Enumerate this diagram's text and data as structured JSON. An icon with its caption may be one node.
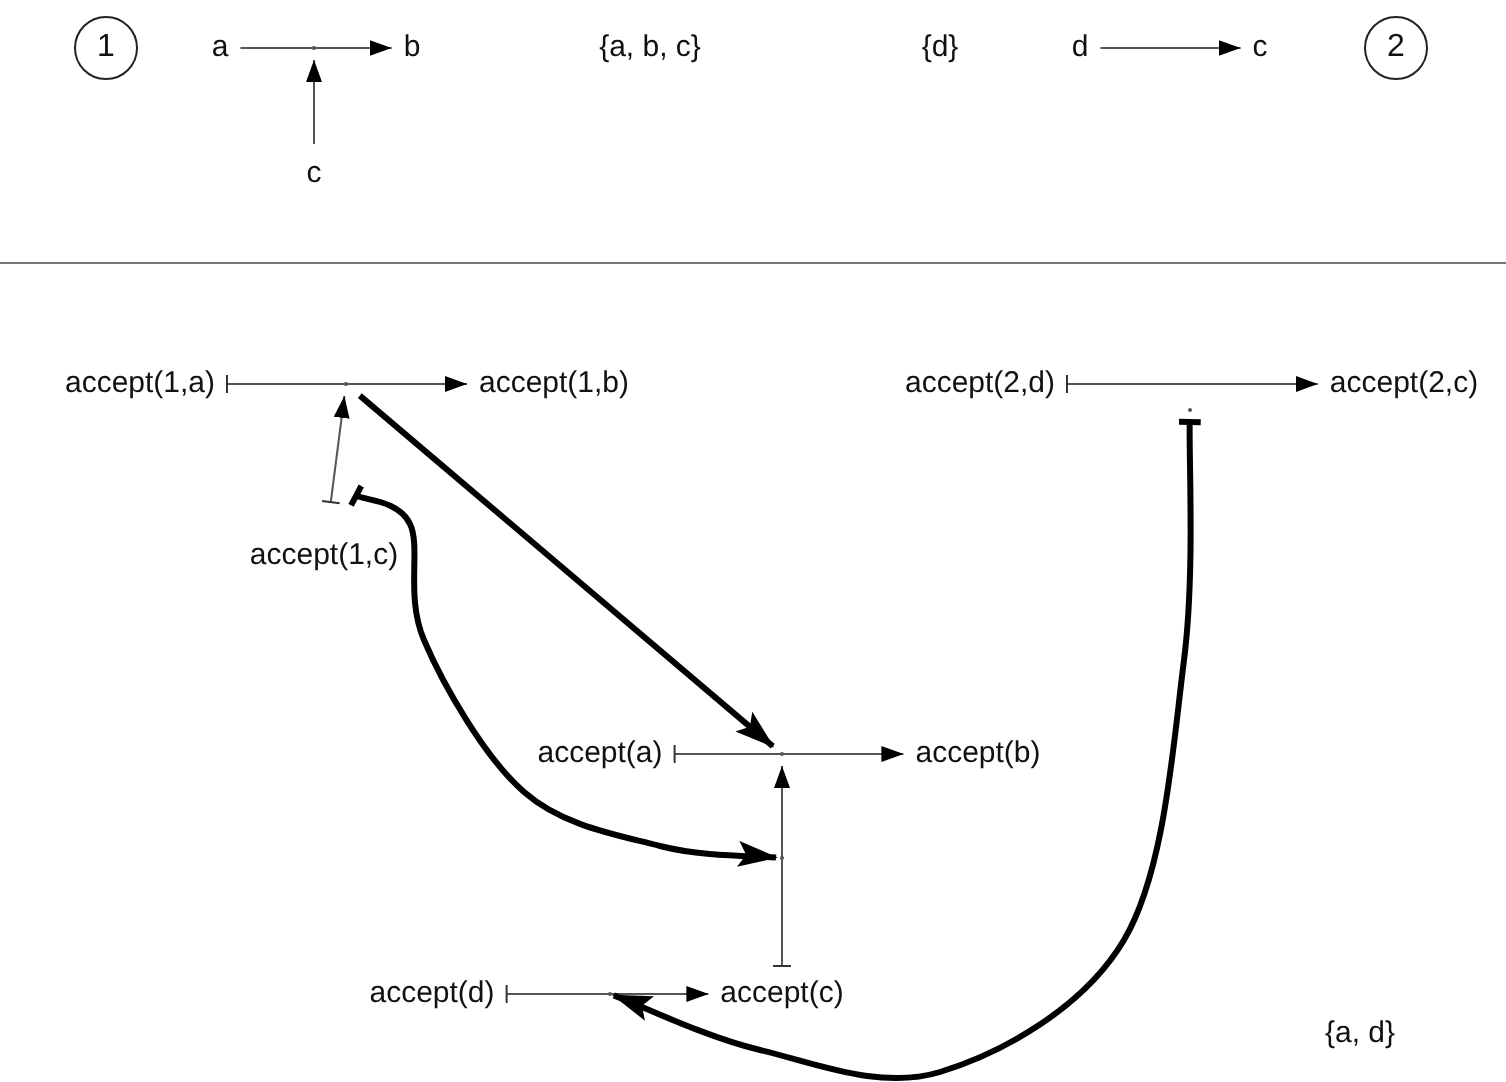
{
  "diagram": {
    "nodes": [
      {
        "text": [
          "1"
        ]
      },
      {
        "text": [
          "a"
        ]
      },
      {
        "text": [
          "b"
        ]
      },
      {
        "text": [
          "d"
        ]
      },
      {
        "text": [
          "c"
        ]
      },
      {
        "text": [
          "2"
        ]
      },
      {
        "text": [
          "c"
        ]
      },
      {
        "text": [
          "accept(1,a)"
        ]
      },
      {
        "text": [
          "accept(1,b)"
        ]
      },
      {
        "text": [
          "accept(2,d)"
        ]
      },
      {
        "text": [
          "accept(2,c)"
        ]
      },
      {
        "text": [
          "accept(1,c)"
        ]
      },
      {
        "text": [
          "accept(a)"
        ]
      },
      {
        "text": [
          "accept(b)"
        ]
      },
      {
        "text": [
          "accept(d)"
        ]
      },
      {
        "text": [
          "accept(c)"
        ]
      },
      {
        "text": [],
        "shape": "dot"
      },
      {
        "text": [],
        "shape": "dot"
      },
      {
        "text": [],
        "shape": "dot"
      },
      {
        "text": [],
        "shape": "dot"
      },
      {
        "text": [],
        "shape": "dot"
      },
      {
        "text": [],
        "shape": "dot"
      }
    ],
    "edges": [
      {
        "from": 1,
        "to": 2,
        "arrow": "to"
      },
      {
        "from": 6,
        "to": 16,
        "arrow": "to"
      },
      {
        "from": 3,
        "to": 4,
        "arrow": "to"
      },
      {
        "from": 7,
        "to": 8,
        "arrow": "to"
      },
      {
        "from": 9,
        "to": 10,
        "arrow": "to"
      },
      {
        "from": 11,
        "to": 17,
        "arrow": "to"
      },
      {
        "from": 17,
        "to": 18,
        "arrow": "to",
        "style": "thick"
      },
      {
        "from": 12,
        "to": 13,
        "arrow": "to"
      },
      {
        "from": 15,
        "to": 18,
        "arrow": "to"
      },
      {
        "from": 11,
        "to": 19,
        "arrow": "to",
        "style": "thick"
      },
      {
        "from": 14,
        "to": 15,
        "arrow": "to"
      },
      {
        "from": 20,
        "to": 21,
        "arrow": "to",
        "style": "thick"
      }
    ],
    "labels": [
      "{a, b, c}",
      "{d}",
      "{a, d}"
    ]
  }
}
